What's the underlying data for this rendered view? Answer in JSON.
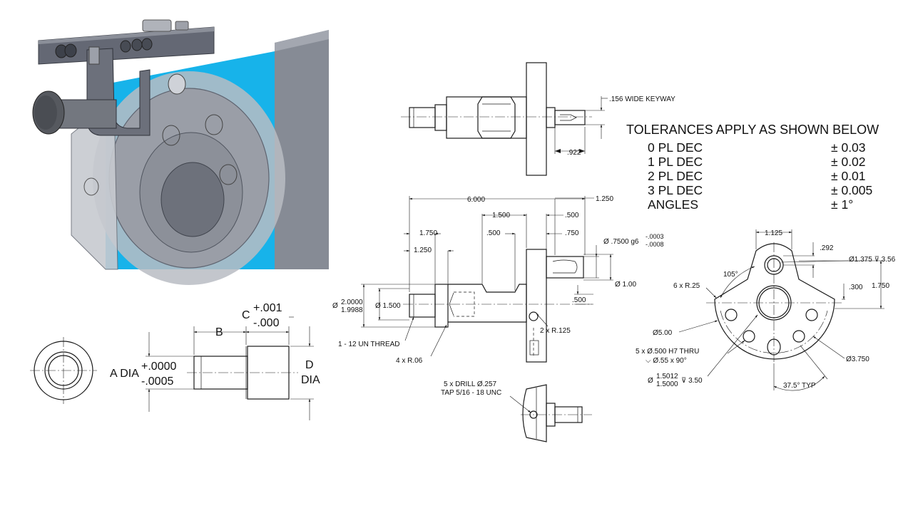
{
  "keyway_view": {
    "keyway_note": ".156 WIDE KEYWAY",
    "keyway_depth": ".922"
  },
  "tolerances": {
    "title": "TOLERANCES APPLY AS SHOWN BELOW",
    "rows": [
      {
        "label": "0 PL DEC",
        "value": "± 0.03"
      },
      {
        "label": "1 PL DEC",
        "value": "± 0.02"
      },
      {
        "label": "2 PL DEC",
        "value": "± 0.01"
      },
      {
        "label": "3 PL DEC",
        "value": "± 0.005"
      },
      {
        "label": "ANGLES",
        "value": "± 1°"
      }
    ]
  },
  "shaft_view": {
    "overall_length": "6.000",
    "d_1250_right": "1.250",
    "d_1500": "1.500",
    "d_500_top": ".500",
    "d_1750": "1.750",
    "d_500_mid": ".500",
    "d_750": ".750",
    "d_1250_left": "1.250",
    "fit_dia_main": "Ø .7500 g6",
    "fit_dia_upper": "-.0003",
    "fit_dia_lower": "-.0008",
    "dia_100": "Ø 1.00",
    "dia_20000": "2.0000",
    "dia_19988": "1.9988",
    "dia_symbol": "Ø",
    "dia_1500": "Ø 1.500",
    "d_500_right": ".500",
    "radius_2x": "2 x R.125",
    "thread_note": "1 - 12 UN THREAD",
    "radius_4x": "4 x R.06"
  },
  "drill_view": {
    "drill_note": "5 x DRILL Ø.257",
    "tap_note": "TAP 5/16 - 18 UNC"
  },
  "generic_fit": {
    "label_c": "C",
    "c_upper": "+.001",
    "c_lower": "-.000",
    "label_b": "B",
    "label_a": "A DIA",
    "a_upper": "+.0000",
    "a_lower": "-.0005",
    "label_d": "D",
    "label_d_dia": "DIA"
  },
  "plate_view": {
    "d_1125": "1.125",
    "d_292": ".292",
    "hole_note": "Ø1.375 ⊽ 3.56",
    "angle_105": "105°",
    "radius_6x": "6 x R.25",
    "d_300": ".300",
    "d_1750": "1.750",
    "dia_500": "Ø5.00",
    "hole_5x": "5 x Ø.500 H7 THRU",
    "csink": "⌵ Ø.55 x 90°",
    "dia_3750": "Ø3.750",
    "bore_dia_sym": "Ø",
    "bore_upper": "1.5012",
    "bore_lower": "1.5000",
    "bore_depth": "⊽ 3.50",
    "angle_typ": "37.5° TYP"
  },
  "colors": {
    "render_blue": "#17b3ea",
    "render_gray": "#8a8f99",
    "render_dark": "#4b505b"
  }
}
